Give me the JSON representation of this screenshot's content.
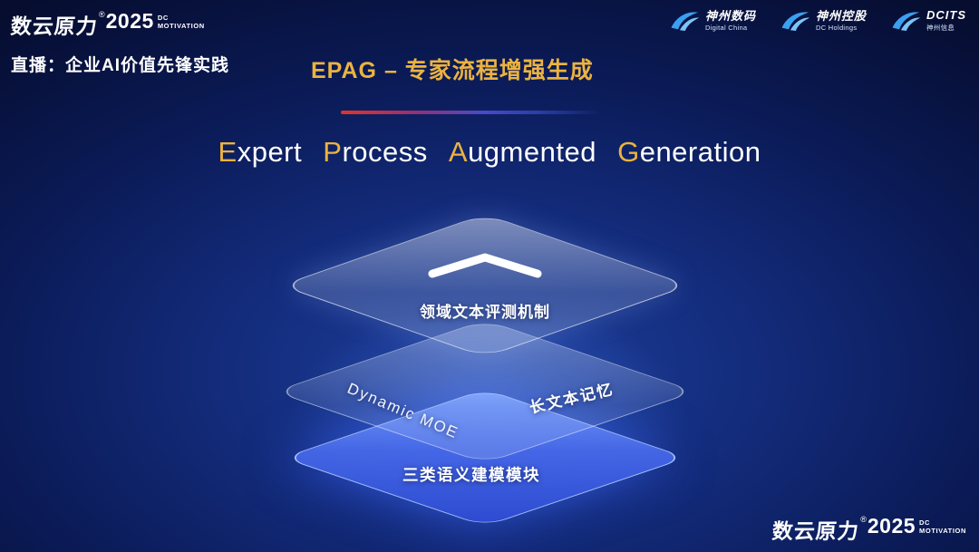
{
  "colors": {
    "gold": "#EBB340",
    "layer_blue": "#3D6BF5",
    "background_navy": "#0A1548"
  },
  "header": {
    "brand": {
      "name": "数云原力",
      "reg": "®",
      "year": "2025",
      "sub_line1": "DC",
      "sub_line2": "MOTIVATION"
    },
    "live_label": "直播：企业AI价值先锋实践",
    "section_title": "EPAG – 专家流程增强生成",
    "logos": [
      {
        "name": "神州数码",
        "sub": "Digital China"
      },
      {
        "name": "神州控股",
        "sub": "DC Holdings"
      },
      {
        "name": "DCITS",
        "sub": "神州信息"
      }
    ]
  },
  "hero": {
    "words": [
      {
        "accent": "E",
        "rest": "xpert"
      },
      {
        "accent": "P",
        "rest": "rocess"
      },
      {
        "accent": "A",
        "rest": "ugmented"
      },
      {
        "accent": "G",
        "rest": "eneration"
      }
    ]
  },
  "diagram": {
    "top_layer_label": "领域文本评测机制",
    "middle_layer_label_left": "Dynamic MOE",
    "middle_layer_label_right": "长文本记忆",
    "bottom_layer_label": "三类语义建模模块"
  },
  "footer": {
    "brand": {
      "name": "数云原力",
      "reg": "®",
      "year": "2025",
      "sub_line1": "DC",
      "sub_line2": "MOTIVATION"
    }
  }
}
